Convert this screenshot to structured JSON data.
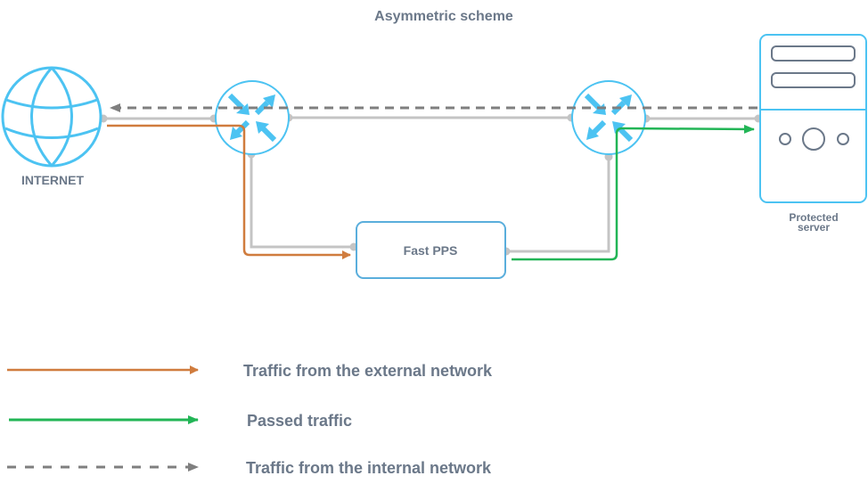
{
  "title": "Asymmetric scheme",
  "nodes": {
    "internet": {
      "label": "INTERNET",
      "icon": "globe-icon"
    },
    "router_left": {
      "icon": "router-icon"
    },
    "router_right": {
      "icon": "router-icon"
    },
    "fast_pps": {
      "label": "Fast PPS"
    },
    "server": {
      "label_line1": "Protected",
      "label_line2": "server",
      "icon": "server-icon"
    }
  },
  "legend": [
    {
      "label": "Traffic from the external network",
      "color": "#d07c3e",
      "style": "solid"
    },
    {
      "label": "Passed traffic",
      "color": "#22b556",
      "style": "solid"
    },
    {
      "label": "Traffic from the internal network",
      "color": "#7f7f7f",
      "style": "dashed"
    }
  ],
  "colors": {
    "accent": "#4cc3f2",
    "link": "#c4c4c4",
    "text": "#6b7889",
    "box_border": "#5aaedc"
  }
}
